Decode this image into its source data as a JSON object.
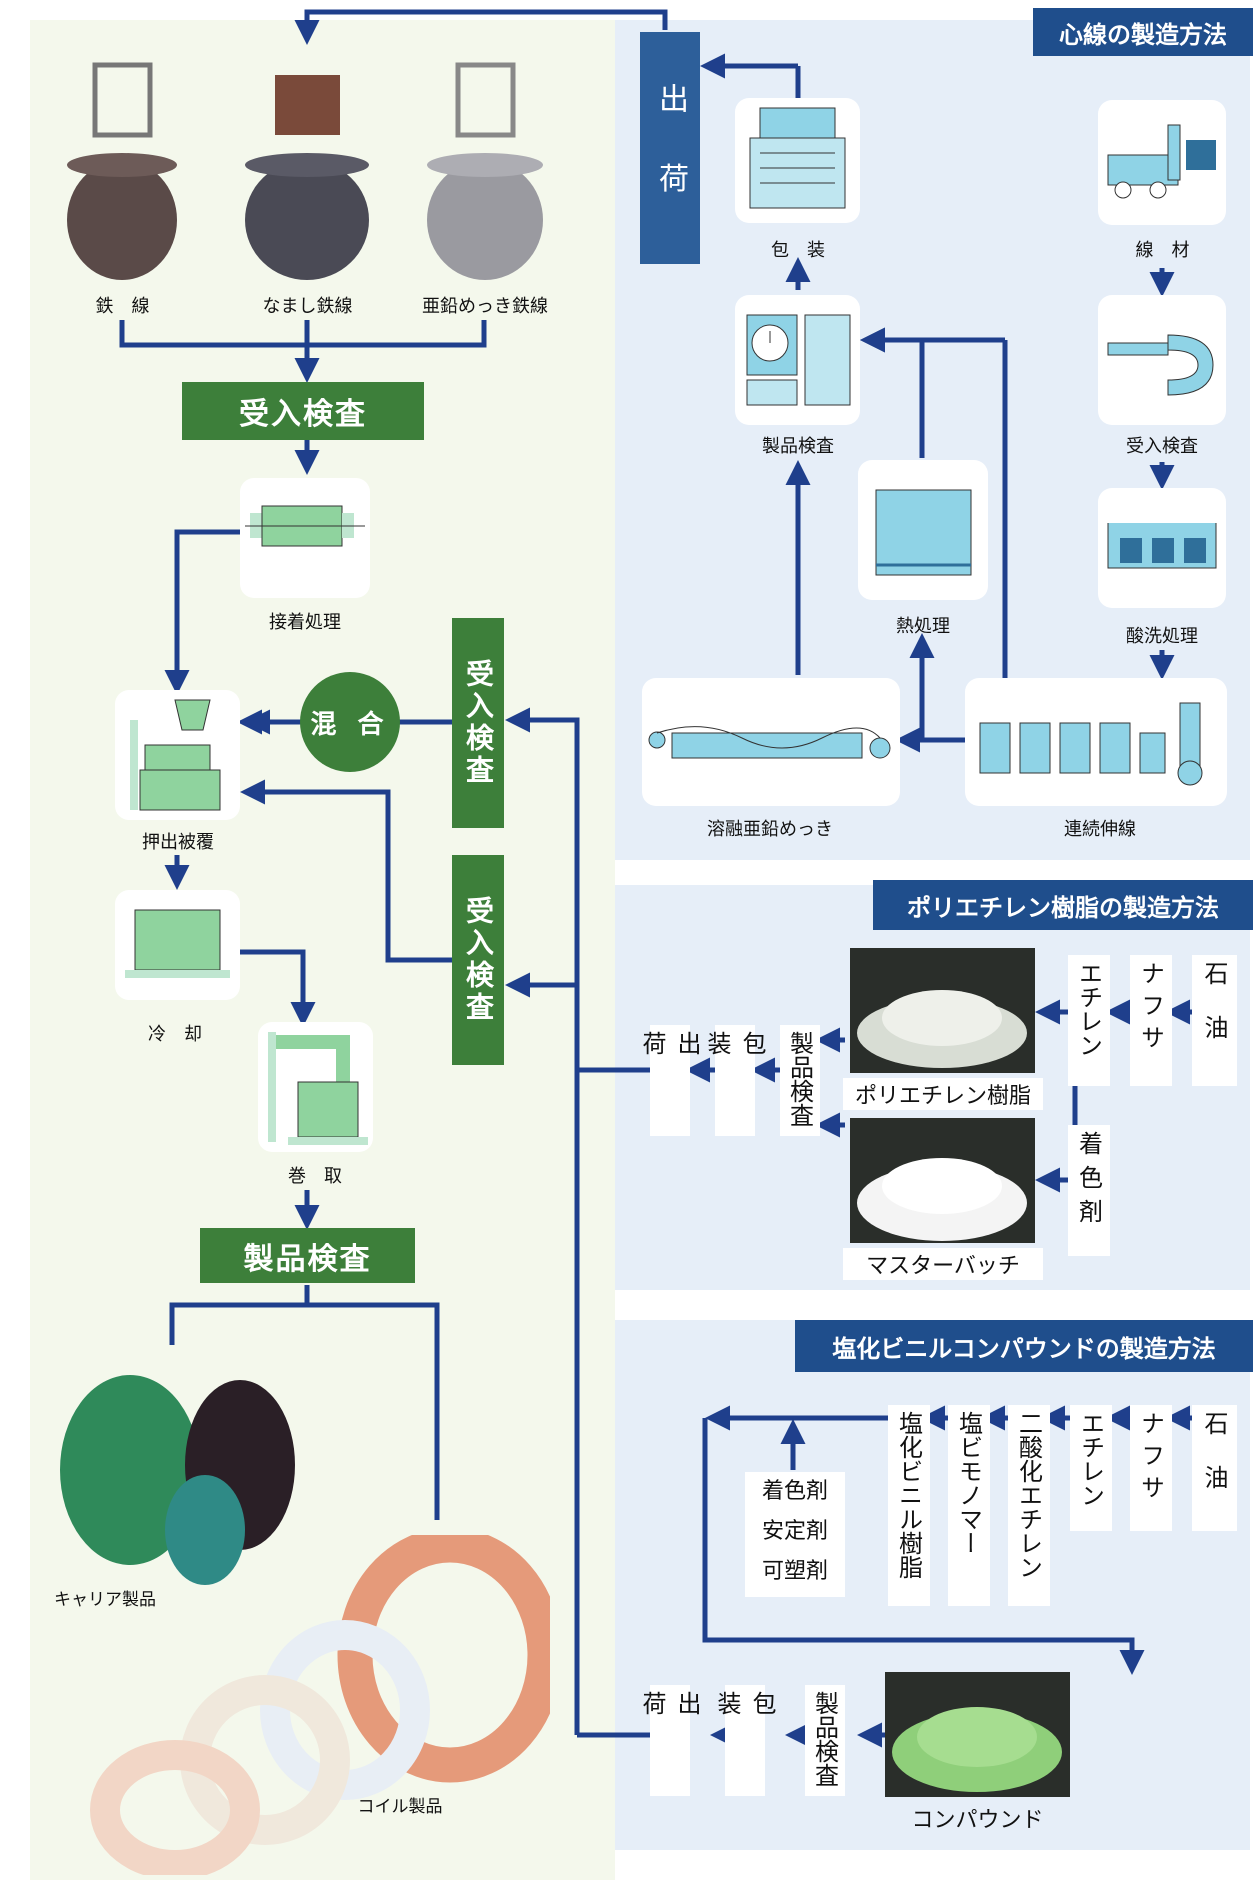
{
  "colors": {
    "blue_line": "#1f3f8c",
    "green_box": "#3d7f3a",
    "section_title": "#1f4e8c",
    "panel_bg": "#e6eef8",
    "left_bg": "#f4f8ec"
  },
  "sections": {
    "core_wire": "心線の製造方法",
    "polyethylene": "ポリエチレン樹脂の製造方法",
    "pvc": "塩化ビニルコンパウンドの製造方法"
  },
  "left_flow": {
    "wires": [
      "鉄　線",
      "なまし鉄線",
      "亜鉛めっき鉄線"
    ],
    "receiving_inspection": "受入検査",
    "adhesion": "接着処理",
    "mix": "混 合",
    "material_inspection_1": "受入検査",
    "material_inspection_2": "受入検査",
    "extrusion": "押出被覆",
    "cooling": "冷　却",
    "winding": "巻　取",
    "product_inspection": "製品検査",
    "carrier_products": "キャリア製品",
    "coil_products": "コイル製品"
  },
  "core_flow": {
    "shipping": "出 荷",
    "packaging": "包　装",
    "product_inspection": "製品検査",
    "heat_treatment": "熱処理",
    "hot_dip_galvanizing": "溶融亜鉛めっき",
    "continuous_drawing": "連続伸線",
    "wire_rod": "線　材",
    "receiving_inspection": "受入検査",
    "pickling": "酸洗処理"
  },
  "pe_flow": {
    "oil": "石油",
    "naphtha": "ナフサ",
    "ethylene": "エチレン",
    "resin": "ポリエチレン樹脂",
    "colorant": "着色剤",
    "masterbatch": "マスターバッチ",
    "product_inspection": "製品検査",
    "packaging": "包装",
    "shipping": "出荷"
  },
  "pvc_flow": {
    "oil": "石油",
    "naphtha": "ナフサ",
    "ethylene": "エチレン",
    "edc": "二酸化エチレン",
    "vcm": "塩ビモノマー",
    "pvc_resin": "塩化ビニル樹脂",
    "additives": [
      "着色剤",
      "安定剤",
      "可塑剤"
    ],
    "compound": "コンパウンド",
    "product_inspection": "製品検査",
    "packaging": "包装",
    "shipping": "出荷"
  }
}
